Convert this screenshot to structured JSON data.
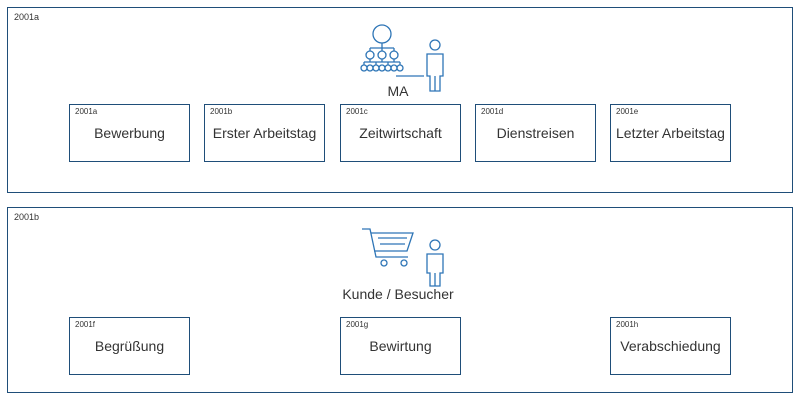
{
  "groups": [
    {
      "id": "2001a",
      "actor": {
        "label": "MA",
        "icon": "org-chart-person-icon"
      },
      "processes": [
        {
          "id": "2001a",
          "label": "Bewerbung"
        },
        {
          "id": "2001b",
          "label": "Erster Arbeitstag"
        },
        {
          "id": "2001c",
          "label": "Zeitwirtschaft"
        },
        {
          "id": "2001d",
          "label": "Dienstreisen"
        },
        {
          "id": "2001e",
          "label": "Letzter Arbeitstag"
        }
      ]
    },
    {
      "id": "2001b",
      "actor": {
        "label": "Kunde / Besucher",
        "icon": "shopping-cart-person-icon"
      },
      "processes": [
        {
          "id": "2001f",
          "label": "Begrüßung"
        },
        {
          "id": "2001g",
          "label": "Bewirtung"
        },
        {
          "id": "2001h",
          "label": "Verabschiedung"
        }
      ]
    }
  ],
  "colors": {
    "border": "#1f4e79",
    "icon": "#2e75b6"
  }
}
